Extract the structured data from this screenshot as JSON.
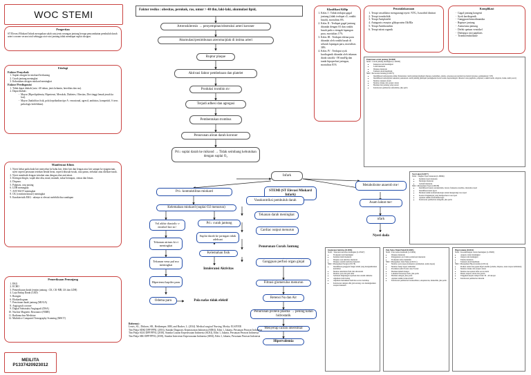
{
  "title": "WOC STEMI",
  "pengertian": {
    "heading": "Pengertian",
    "text": "ST Elevasi Miokard Infark merupakan salah satu jenis serangan jantung berupa penyumbatan pembuluh darah arteri coroner secara total sehingga otot-otot jantung tidak mendapat suplai oksigen."
  },
  "etiologi": {
    "heading": "Etiologi",
    "penyebab_heading": "Faktor Penyebab",
    "penyebab": [
      "Suplai oksigen ke miokard berkurang",
      "Curah jantung meningkat",
      "Kebutuhan oksigen miokard meningkat"
    ],
    "predisposisi_heading": "Faktor Predisposisi",
    "predisposisi": [
      "Tidak dapat diubah (usia >40 tahun, jenis kelamin, hereditas dan ras).",
      "Dapat diubah :"
    ],
    "dapat_diubah": [
      "Mayor (Hiperlipidemia, Hipertensi, Merokok, Diabetes, Obesitas, Diet tinggi lemak jenuh ka lori).",
      "Mayor (Inaktifitas fisik, pola kepribadian tipe A : emosional, agresif, ambisius, kompetitif, S tress psikologis berlebihan)."
    ]
  },
  "manifestasi": {
    "heading": "Manifestasi Klinis",
    "items": [
      "Nyeri hebat pada dada kiri menyebar ke bahu kiri, leher kiri dan lengan atas kiri sampai ke epigastrium, nyeri seperti perasaan tertekan benda berat, seperti ditusuk-tusuk, rasa panas, terbakar atau ditekan-tusuk.",
      "Nyeri membaik dengan istirahat atau dengan obat anti nitrat.",
      "Keringat dingin, wajah abu-abu, mual, muntah, sukar bernapas, cemas dan lemas.",
      "Dispnea.",
      "Palpitasi, rasa pusing",
      "LDH meningkat",
      "AST/SGOT meningkat",
      "CK (creatinin kinase) meningkat",
      "Karakteristik EKG : adanya st elevasi melebihi dua sandapan"
    ]
  },
  "penunjang": {
    "heading": "Pemeriksaan Penunjang",
    "items": [
      "EKG",
      "ECHO",
      "Pemeriksaan darah (enzim jantung : CK, CK-MB, LK dan LDH)",
      "Laju Endap Darah (LED)",
      "Rontgen",
      "Ekokardiogram",
      "Pencitraan darah jantung (MUGA)",
      "Angiografi coroner",
      "Digital Substraksi Angiografi (DSA)",
      "Nuclear Magnetic Resonance (NMR)",
      "Radionuclear Medicine",
      "Multislice Computed Tomography Scanning (MSCT)"
    ]
  },
  "identity": {
    "name": "MEILITA",
    "nim": "P1337420923012"
  },
  "faktor_resiko": "Faktor resiko : obesitas, perokok, ras, umur > 40 thn, laki-laki, akumulasi lipid,",
  "flow": {
    "n1": "Arteroskleresis → penyempitan/obstruksi arteri koroner",
    "n2": "Akumulasi/penimbunan ateroma/plak di intima arteri",
    "n3": "Ruptur plaque",
    "n4": "Aktivasi faktor pembekuan dan platelet",
    "n5": "Produksi trombin m↑",
    "n6": "Terjadi adhesi dan agregasi",
    "n7": "Pembentukan trombus",
    "n8": "Penurunan aliran darah koroner",
    "n9": "Pri↓ suplai darah ke mikond → Tidak seimbang kebutuhan dengan suplai O₂",
    "n10": "Infark",
    "stemi": "STEMI (ST Elevasi Miokard Infark)",
    "kontraktil": "Pri↓ kontraktilitas miokard",
    "kelemahan_o2": "Kelemahan miokard (suplai O2 menurun)",
    "vol_akhir": "Vol akhir diastolic v entrikel kiri m↑",
    "tekanan_atrium": "Tekanan atrium ki ri meningkat",
    "tekanan_vena": "Tekanan vena pul mo meningkat",
    "hipertensi": "Hipertensi kapiler paru",
    "odema": "Odema paru",
    "pola_napas": "Pola nafas tidak efektif",
    "curah_jantung": "Pri↓ curah jantung",
    "suplai_jaringan": "Suplai darah ke jaringan tidak adekuat",
    "kelemahan_fisik": "Kelemahan fisik",
    "intoleransi": "Intoleransi Aktivitas",
    "vasokontriksi": "Vasokontriksi pembuluh darah",
    "tekanan_darah": "Tekanan darah meningkat",
    "cardiac": "Cardiac output menurun",
    "penurunan_cj": "Penurunan Curah Jantung",
    "metabolisme": "Metabolisme anaerob me↑",
    "asam_laktat": "Asam laktat me↑",
    "nyeri_akut_node": "nfark",
    "nyeri_dada": "Nyeri dada",
    "gangguan_perfusi": "Gangguan perfusi organ ginjal",
    "filtrasi": "Filtrasi glomerulus menurun",
    "retensi": "Retensi Na dan Air",
    "penurunan_plasma": "Penurunan protein plasma → pening katan hidrostatik",
    "menyerap": "Menyerap cairan interstitial",
    "hipervolemia": "Hipervolemia"
  },
  "klasifikasi": {
    "heading": "Klasifikasi Killip",
    "items": [
      "Kelas I : Tidak terdapat gagal jantung (tidak terdapat s5, ronkhi basah), mortalitas 6%.",
      "Kelas II : Terdapat gagal jantung ditandai dengan S3 dan ronkhi basah pada s etengah lapangan paru, mortalitas 17%",
      "Kelas III : Terdapat edema paru ditandai oleh ronkhi basah di seluruh lapangan paru, mortalitas 38%",
      "Kelas IV : Terdapat syok kardiogenik ditandai oleh tekanan darah sistolik <90 mmHg dan tanda hipoperfusi jaringan, mortalitas 81%"
    ]
  },
  "penatalaksanaan": {
    "heading": "Penatalaksanaan",
    "items": [
      "Terapi vasodilator mengurangi nyeri: NTG, Isosorbid dinitrat",
      "Terapi trombolitik",
      "Terapi Antiplatelet",
      "Antagonis reseptor glikoprotein IIb/IIIa",
      "Terapi Antithrombin",
      "Terapi nitrat organik"
    ]
  },
  "komplikasi": {
    "heading": "Komplikasi",
    "items": [
      "Gagal jantung kongesti",
      "Syok kardiogenik",
      "Gangguan hemodinamika",
      "Rupture jantung",
      "Aneurisma jantung",
      "Defek spetum ventrikel",
      "Disfungsi otot papilaris",
      "Tromboembolisme"
    ]
  },
  "dx_penurunan": {
    "title": "Penurunan curah jantung (D.0008)",
    "slki": "SLKI : Curah jantung meningkat (L.02008)",
    "slki_items": [
      "Kekuatan nadi meningkat",
      "Lelah menurun",
      "Dispnea menurun",
      "Tekanan darah membaik"
    ],
    "siki": "SIKI : Perawatan Jantung (I.02075)",
    "siki_items": [
      "Identifikasi tanda/gejala primer Penurunan curah jantung (meliputi dispnea, kelelahan, edema, ortopnea paroxysmal nocturnal dyspnea, peningkatan CVP)",
      "Identifikasi tanda/gejala sekunder penurunan curah jantung (meliputi peningkatan berat badan, hepatomegali, distensi vena jugularis, palpitasi, ronkhi basah, oliguria, batuk, kulit pucat)",
      "Monitor tekanan darah",
      "Monitor intake dan output cairan",
      "Berikan diet jantung yang sesuai",
      "Kolaborasi pemberian antiaritmia, jika perlu"
    ]
  },
  "dx_nyeri": {
    "title": "Nyeri akut (D.0077)",
    "slki": "SLKI : Tingkat Nyeri menurun (L.08066)",
    "slki_items": [
      "Keluhan nyeri menurun",
      "Meringis menurun",
      "Gelisah menurun"
    ],
    "siki": "SIKI : Manajemen Nyeri (I.08238)",
    "siki_items": [
      "Identifikasi lokasi, karakteristik, durasi, frekuensi, kualitas, intensitas nyeri",
      "Identifikasi skala nyeri",
      "Berikan teknik nonfarmakologis untuk mengurangi rasa nyeri",
      "Kontrol lingkungan yang memperberat rasa nyeri",
      "Ajarkan teknik nonfarmakologis",
      "Kolaborasi pemberian analgetik, jika perlu"
    ]
  },
  "dx_intoleransi": {
    "title": "Intoleransi Aktivitas (D.0056)",
    "slki": "SLKI : Toleransi aktivitas meningkat (L.05047)",
    "slki_items": [
      "Frekuensi nadi meningkat",
      "Keluhan lelah menurun",
      "Dispnea saat aktivitas menurun",
      "Dispnea setelah aktivitas menurun"
    ],
    "siki": "SIKI : Manajemen Energi (I.05178)",
    "siki_items": [
      "Identifikasi gangguan fungsi tubuh yang mengakibatkan kelelahan",
      "Monitor kelelahan fisik dan emosional",
      "Monitor pola dan jam tidur",
      "Sediakan lingkungan nyaman dan rendah stimulus",
      "Anjurkan tirah baring",
      "Anjurkan melakukan aktivitas secara bertahap",
      "Kolaborasi dengan ahli gizi tentang cara meningkatkan asupan makanan"
    ]
  },
  "dx_pola": {
    "title": "Pola Nafas Tidak Efektif (D.0005)",
    "slki": "SLKI : Pola nafas membaik (L.01004)",
    "slki_items": [
      "Dispnea menurun",
      "Penggunaan otot bantu pernafasan menurun",
      "Frekuensi nafas membaik"
    ],
    "siki": "SIKI : Manajemen Jalan Nafas (I.01011)",
    "siki_items": [
      "Monitor pola napas (frekuensi, kedalaman, usaha napas)",
      "Monitor bunyi napas tambahan",
      "Posisikan semi-Fowler atau Fowler",
      "Berikan minum hangat",
      "Lakukan fisioterapi dada, jika perlu",
      "Berikan oksigen, jika perlu",
      "Ajarkan teknik batuk efektif",
      "Kolaborasi pemberian bronkodilator, ekspektoran, mukolitik, jika perlu"
    ]
  },
  "dx_hiper": {
    "title": "Hipervolemia (D.0022)",
    "slki": "SLKI : Keseimbangan cairan meningkat (L.03020)",
    "slki_items": [
      "Asupan cairan meningkat",
      "Output urin meningkat",
      "Edema menurun",
      "Tekanan darah membaik"
    ],
    "siki": "SIKI : Manajemen Hipervolemia (I.03114)",
    "siki_items": [
      "Periksa tanda dan gejala hipervolemia (edema, dispnea, suara napas tambahan)",
      "Monitor intake dan output cairan",
      "Monitor kecepatan infus secara ketat",
      "Batasi asupan cairan dan garam",
      "Tinggikan kepala tempat tidur 30 - 40 derajat",
      "Kolaborasi pemberian diuretik"
    ]
  },
  "referensi": {
    "heading": "Referensi :",
    "items": [
      "Lewis, SL., Dirksen, SR., Heitkemper, MM, and Bucher, L. (2014). Medical surgical Nursing. Mosby: ELSIVER",
      "Tim Pokja SDKI DPP PPNI, (2016), Standar Diagnosis Keperawatan Indonesia (SDKI), Edisi 1, Jakarta, Persatuan Perawat Indonesia",
      "Tim Pokja SLKI DPP PPNI, (2018), Standar Luaran Keperawatan Indonesia (SLKI), Edisi 1, Jakarta, Persatuan Perawat Indonesia",
      "Tim Pokja SIKI DPP PPNI, (2018), Standar Intervensi Keperawatan Indonesia (SIKI), Edisi 1, Jakarta, Persatuan Perawat Indonesia"
    ]
  }
}
